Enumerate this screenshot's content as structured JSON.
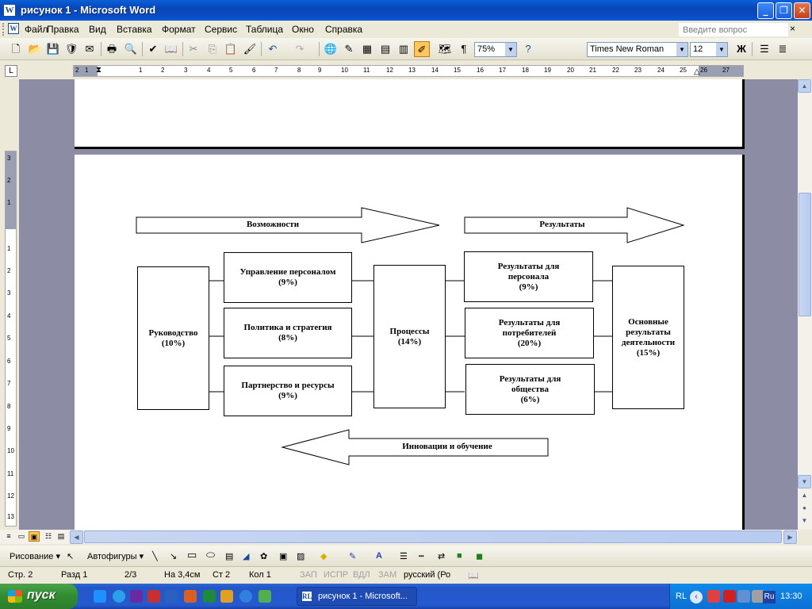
{
  "window": {
    "app_icon": "W",
    "title": "рисунок 1 - Microsoft Word",
    "min_label": "_",
    "max_label": "❐",
    "close_label": "✕"
  },
  "menu": {
    "items": [
      "Файл",
      "Правка",
      "Вид",
      "Вставка",
      "Формат",
      "Сервис",
      "Таблица",
      "Окно",
      "Справка"
    ],
    "ask_placeholder": "Введите вопрос",
    "doc_close": "×"
  },
  "toolbar": {
    "icons": [
      "new-icon",
      "open-icon",
      "save-icon",
      "permission-icon",
      "email-icon",
      "print-icon",
      "preview-icon",
      "spelling-icon",
      "research-icon",
      "cut-icon",
      "copy-icon",
      "paste-icon",
      "format-painter-icon",
      "undo-icon",
      "redo-icon",
      "hyperlink-icon",
      "tables-borders-icon",
      "insert-table-icon",
      "insert-excel-icon",
      "columns-icon",
      "drawing-icon",
      "document-map-icon",
      "show-formatting-icon",
      "help-icon"
    ],
    "zoom": "75%",
    "font": "Times New Roman",
    "size": "12",
    "bold_label": "Ж"
  },
  "ruler": {
    "h_labels": [
      "2",
      "1",
      "1",
      "2",
      "3",
      "4",
      "5",
      "6",
      "7",
      "8",
      "9",
      "10",
      "11",
      "12",
      "13",
      "14",
      "15",
      "16",
      "17",
      "18",
      "19",
      "20",
      "21",
      "22",
      "23",
      "24",
      "25",
      "26",
      "27"
    ],
    "v_labels": [
      "3",
      "2",
      "1",
      "1",
      "2",
      "3",
      "4",
      "5",
      "6",
      "7",
      "8",
      "9",
      "10",
      "11",
      "12",
      "13"
    ],
    "tab_marker": "L"
  },
  "diagram": {
    "arrow_top_left": "Возможности",
    "arrow_top_right": "Результаты",
    "arrow_bottom": "Инновации и обучение",
    "leadership": [
      "Руководство",
      "(10%)"
    ],
    "personnel": [
      "Управление персоналом",
      "(9%)"
    ],
    "policy": [
      "Политика и стратегия",
      "(8%)"
    ],
    "partnership": [
      "Партнерство и ресурсы",
      "(9%)"
    ],
    "processes": [
      "Процессы",
      "(14%)"
    ],
    "res_personnel": [
      "Результаты для",
      "персонала",
      "(9%)"
    ],
    "res_consumers": [
      "Результаты для",
      "потребителей",
      "(20%)"
    ],
    "res_society": [
      "Результаты для",
      "общества",
      "(6%)"
    ],
    "key_results": [
      "Основные",
      "результаты",
      "деятельности",
      "(15%)"
    ]
  },
  "drawing_toolbar": {
    "draw_label": "Рисование ▾",
    "autoshapes_label": "Автофигуры ▾"
  },
  "status": {
    "page": "Стр. 2",
    "section": "Разд 1",
    "pages": "2/3",
    "at": "На 3,4см",
    "line": "Ст 2",
    "col": "Кол 1",
    "rec": "ЗАП",
    "trk": "ИСПР",
    "ext": "ВДЛ",
    "ovr": "ЗАМ",
    "lang": "русский (Ро"
  },
  "taskbar": {
    "start_label": "пуск",
    "task_label": "рисунок 1 - Microsoft...",
    "lang": "RL",
    "ime": "Ru",
    "clock": "13:30"
  },
  "colors": {
    "titlebar": "#0a4cc4",
    "doc_background": "#8c8ca4",
    "start_button": "#318c31"
  }
}
